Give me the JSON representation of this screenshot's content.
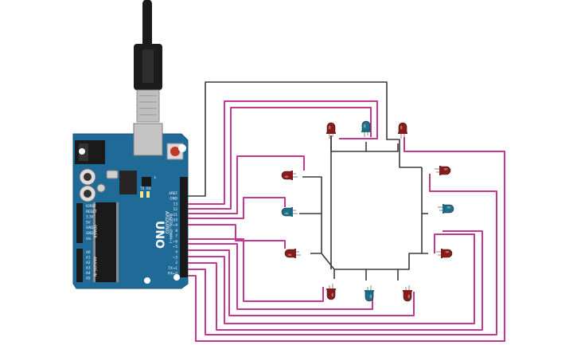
{
  "board": {
    "brand": "ARDUINO",
    "model": "UNO",
    "header_digital": "DIGITAL (PWM~)",
    "header_power": "POWER",
    "header_analog": "ANALOG IN",
    "label_tx": "TX",
    "label_rx": "RX",
    "label_l": "L",
    "digital_pins": [
      "AREF",
      "GND",
      "13",
      "12",
      "~11",
      "~10",
      "~9",
      "8",
      "7",
      "~6",
      "~5",
      "4",
      "~3",
      "2",
      "TX→1",
      "RX←0"
    ],
    "power_pins": [
      "IOREF",
      "RESET",
      "3.3V",
      "5V",
      "GND",
      "GND",
      "Vin"
    ],
    "analog_pins": [
      "A0",
      "A1",
      "A2",
      "A3",
      "A4",
      "A5"
    ]
  },
  "leds": [
    {
      "id": "led-1",
      "color": "red"
    },
    {
      "id": "led-2",
      "color": "blue"
    },
    {
      "id": "led-3",
      "color": "red"
    },
    {
      "id": "led-4",
      "color": "red"
    },
    {
      "id": "led-5",
      "color": "red"
    },
    {
      "id": "led-6",
      "color": "blue"
    },
    {
      "id": "led-7",
      "color": "blue"
    },
    {
      "id": "led-8",
      "color": "red"
    },
    {
      "id": "led-9",
      "color": "red"
    },
    {
      "id": "led-10",
      "color": "red"
    },
    {
      "id": "led-11",
      "color": "blue"
    },
    {
      "id": "led-12",
      "color": "red"
    }
  ],
  "colors": {
    "board": "#1f6a97",
    "wire_signal": "#c2398f",
    "wire_ground": "#3a3a3a",
    "led_red": "#8b1a1a",
    "led_blue": "#1d6f8c"
  }
}
